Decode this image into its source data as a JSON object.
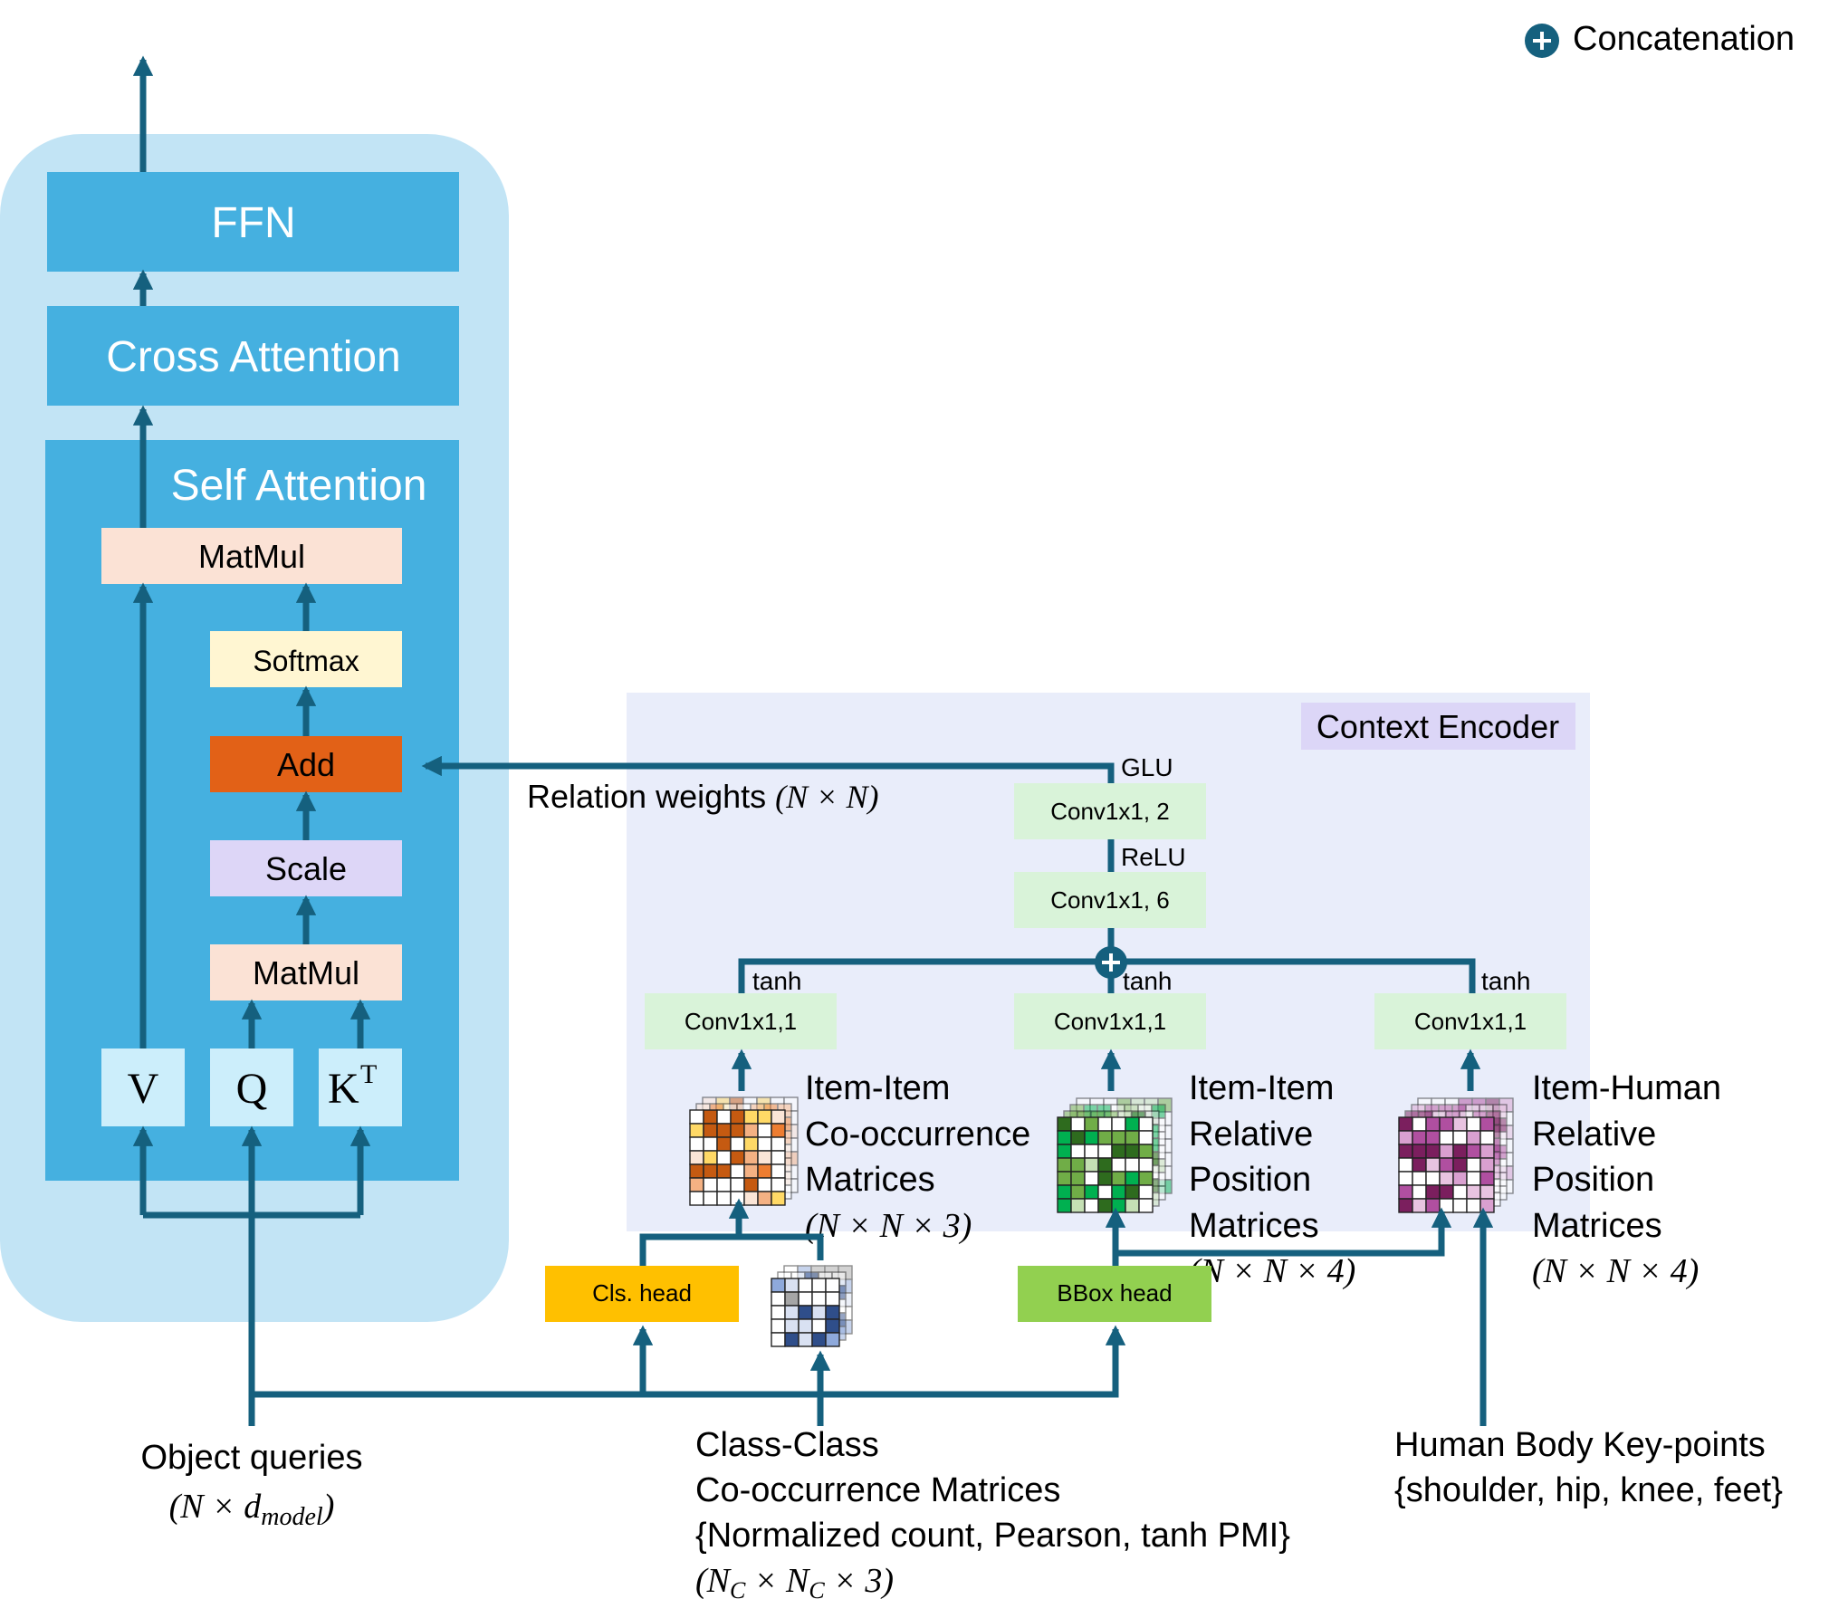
{
  "legend": {
    "concatenation": "Concatenation"
  },
  "decoder": {
    "ffn": "FFN",
    "cross_attention": "Cross Attention",
    "self_attention": "Self Attention",
    "matmul_top": "MatMul",
    "softmax": "Softmax",
    "add": "Add",
    "scale": "Scale",
    "matmul_bottom": "MatMul",
    "v": "V",
    "q": "Q",
    "k": "K",
    "k_sup": "T"
  },
  "context_encoder": {
    "title": "Context Encoder",
    "glu": "GLU",
    "relu": "ReLU",
    "conv_top": "Conv1x1, 2",
    "conv_mid": "Conv1x1, 6",
    "tanh": "tanh",
    "conv_branch": "Conv1x1,1"
  },
  "relation_weights": {
    "text": "Relation weights",
    "dims": "(N × N)"
  },
  "heads": {
    "cls": "Cls. head",
    "bbox": "BBox head"
  },
  "co_occurrence": {
    "line1": "Item-Item",
    "line2": "Co-occurrence",
    "line3": "Matrices",
    "dims": "(N × N × 3)"
  },
  "item_relative": {
    "line1": "Item-Item",
    "line2": "Relative",
    "line3": "Position",
    "line4": "Matrices",
    "dims": "(N × N × 4)"
  },
  "human_relative": {
    "line1": "Item-Human",
    "line2": "Relative",
    "line3": "Position",
    "line4": "Matrices",
    "dims": "(N × N × 4)"
  },
  "object_queries": {
    "line1": "Object queries",
    "dims_prefix": "(N × d",
    "dims_sub": "model",
    "dims_suffix": ")"
  },
  "class_class": {
    "line1": "Class-Class",
    "line2": "Co-occurrence Matrices",
    "line3": "{Normalized count, Pearson, tanh PMI}",
    "dims": "(N",
    "dims_sub": "C",
    "dims_mid": " × N",
    "dims_sub2": "C",
    "dims_end": " × 3)"
  },
  "human_body": {
    "line1": "Human Body Key-points",
    "line2": "{shoulder, hip, knee, feet}"
  },
  "colors": {
    "outer_panel": "#c2e4f5",
    "block_blue": "#45b0e0",
    "arrow": "#15607e",
    "matmul": "#fbe2d5",
    "softmax": "#fff6d2",
    "add": "#e26117",
    "scale": "#ddd6f7",
    "vqk": "#cceefb",
    "encoder_bg": "#e9edfa",
    "encoder_label": "#dcd6f7",
    "conv": "#d9f3d9",
    "cls_head": "#ffc000",
    "bbox_head": "#92d050"
  }
}
